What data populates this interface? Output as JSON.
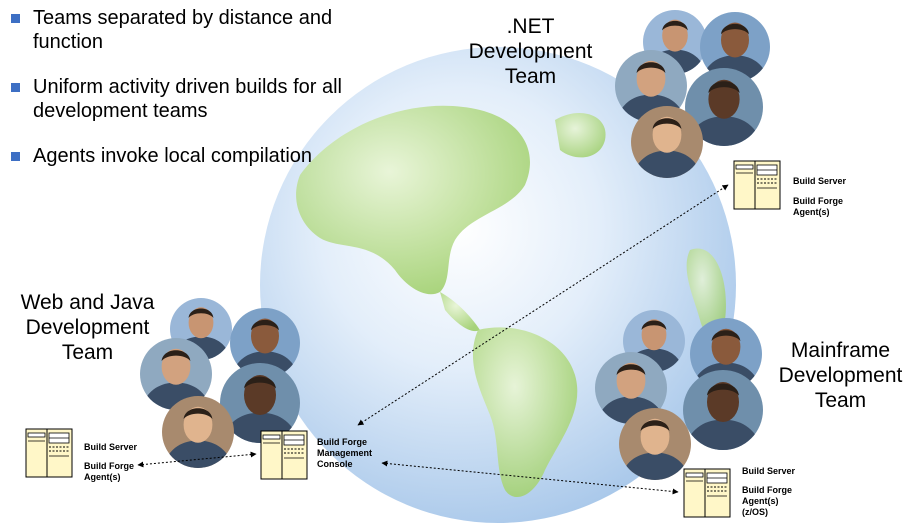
{
  "bullets": [
    "Teams separated by distance and function",
    "Uniform activity driven builds for all development teams",
    "Agents invoke local compilation"
  ],
  "teams": {
    "net": [
      ".NET",
      "Development",
      "Team"
    ],
    "webjava": [
      "Web and Java",
      "Development",
      "Team"
    ],
    "mainframe": [
      "Mainframe",
      "Development",
      "Team"
    ]
  },
  "labels": {
    "net_server": "Build Server",
    "net_agent": [
      "Build Forge",
      "Agent(s)"
    ],
    "web_server": "Build Server",
    "web_agent": [
      "Build Forge",
      "Agent(s)"
    ],
    "console": [
      "Build Forge",
      "Management",
      "Console"
    ],
    "mf_server": "Build Server",
    "mf_agent": [
      "Build Forge",
      "Agent(s)",
      "(z/OS)"
    ]
  },
  "colors": {
    "bullet": "#3d6fc4",
    "ocean": "#cfe3f6",
    "land": "#b8dc8a",
    "server_fill": "#fff7c8"
  }
}
